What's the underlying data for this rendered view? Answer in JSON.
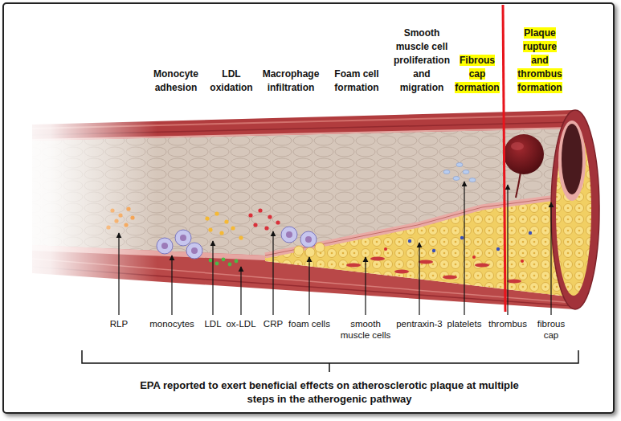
{
  "diagram": {
    "caption": "EPA reported to exert beneficial effects on atherosclerotic plaque at multiple steps in the atherogenic pathway",
    "labels": [
      "Monocyte adhesion",
      "LDL oxidation",
      "Macrophage infiltration",
      "Foam cell formation",
      "Smooth muscle cell proliferation and migration",
      "Fibrous cap formation",
      "Plaque rupture and thrombus formation",
      "RLP",
      "monocytes",
      "LDL",
      "ox-LDL",
      "CRP",
      "foam cells",
      "smooth muscle cells",
      "pentraxin-3",
      "platelets",
      "thrombus",
      "fibrous cap"
    ]
  }
}
